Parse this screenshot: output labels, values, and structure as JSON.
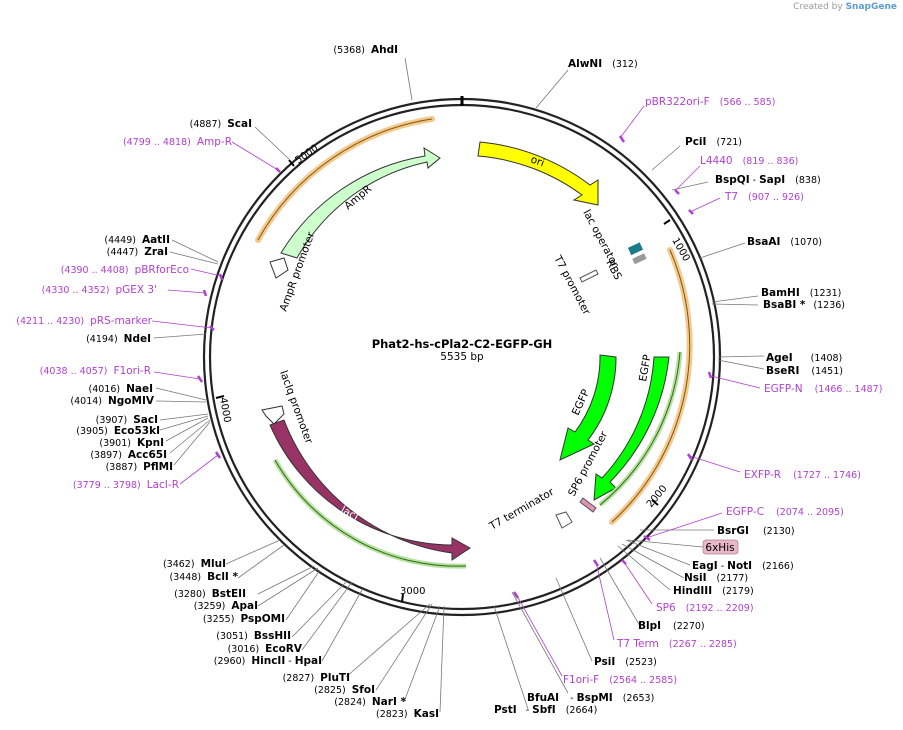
{
  "credit": {
    "prefix": "Created by",
    "brand": "SnapGene"
  },
  "plasmid": {
    "name": "Phat2-hs-cPla2-C2-EGFP-GH",
    "length": "5535 bp"
  },
  "ticks": [
    "1000",
    "2000",
    "3000",
    "4000",
    "5000"
  ],
  "features": {
    "ori": "ori",
    "ampr": "AmpR",
    "ampr_promoter": "AmpR promoter",
    "laci": "lacI",
    "laciq_promoter": "lacIq promoter",
    "egfp1": "EGFP",
    "egfp2": "EGFP",
    "lac_operator": "lac operator",
    "rbs": "RBS",
    "t7_promoter": "T7 promoter",
    "sp6_promoter": "SP6 promoter",
    "t7_terminator": "T7 terminator",
    "his_tag": "6xHis"
  },
  "enzymes_right": [
    {
      "name": "AlwNI",
      "pos": "(312)"
    },
    {
      "name": "PciI",
      "pos": "(721)"
    },
    {
      "name": "BspQI",
      "sep": " - ",
      "name2": "SapI",
      "pos": "(838)"
    },
    {
      "name": "BsaAI",
      "pos": "(1070)"
    },
    {
      "name": "BamHI",
      "pos": "(1231)"
    },
    {
      "name": "BsaBI *",
      "pos": "(1236)"
    },
    {
      "name": "AgeI",
      "pos": "(1408)"
    },
    {
      "name": "BseRI",
      "pos": "(1451)"
    },
    {
      "name": "BsrGI",
      "pos": "(2130)"
    },
    {
      "name": "EagI",
      "sep": " - ",
      "name2": "NotI",
      "pos": "(2166)"
    },
    {
      "name": "NsiI",
      "pos": "(2177)"
    },
    {
      "name": "HindIII",
      "pos": "(2179)"
    },
    {
      "name": "BlpI",
      "pos": "(2270)"
    },
    {
      "name": "PsiI",
      "pos": "(2523)"
    },
    {
      "name": "BfuAI",
      "sep": " - ",
      "name2": "BspMI",
      "pos": "(2653)"
    },
    {
      "name": "PstI",
      "sep": " - ",
      "name2": "SbfI",
      "pos": "(2664)"
    }
  ],
  "enzymes_left": [
    {
      "name": "AhdI",
      "pos": "(5368)"
    },
    {
      "name": "ScaI",
      "pos": "(4887)"
    },
    {
      "name": "AatII",
      "pos": "(4449)"
    },
    {
      "name": "ZraI",
      "pos": "(4447)"
    },
    {
      "name": "NdeI",
      "pos": "(4194)"
    },
    {
      "name": "NaeI",
      "pos": "(4016)"
    },
    {
      "name": "NgoMIV",
      "pos": "(4014)"
    },
    {
      "name": "SacI",
      "pos": "(3907)"
    },
    {
      "name": "Eco53kI",
      "pos": "(3905)"
    },
    {
      "name": "KpnI",
      "pos": "(3901)"
    },
    {
      "name": "Acc65I",
      "pos": "(3897)"
    },
    {
      "name": "PflMI",
      "pos": "(3887)"
    },
    {
      "name": "MluI",
      "pos": "(3462)"
    },
    {
      "name": "BclI *",
      "pos": "(3448)"
    },
    {
      "name": "BstEII",
      "pos": "(3280)"
    },
    {
      "name": "ApaI",
      "pos": "(3259)"
    },
    {
      "name": "PspOMI",
      "pos": "(3255)"
    },
    {
      "name": "BssHII",
      "pos": "(3051)"
    },
    {
      "name": "EcoRV",
      "pos": "(3016)"
    },
    {
      "name": "HincII",
      "sep": " - ",
      "name2": "HpaI",
      "pos": "(2960)"
    },
    {
      "name": "PluTI",
      "pos": "(2827)"
    },
    {
      "name": "SfoI",
      "pos": "(2825)"
    },
    {
      "name": "NarI *",
      "pos": "(2824)"
    },
    {
      "name": "KasI",
      "pos": "(2823)"
    }
  ],
  "primers": [
    {
      "name": "pBR322ori-F",
      "range": "(566 .. 585)"
    },
    {
      "name": "L4440",
      "range": "(819 .. 836)"
    },
    {
      "name": "T7",
      "range": "(907 .. 926)"
    },
    {
      "name": "EGFP-N",
      "range": "(1466 .. 1487)"
    },
    {
      "name": "EXFP-R",
      "range": "(1727 .. 1746)"
    },
    {
      "name": "EGFP-C",
      "range": "(2074 .. 2095)"
    },
    {
      "name": "SP6",
      "range": "(2192 .. 2209)"
    },
    {
      "name": "T7 Term",
      "range": "(2267 .. 2285)"
    },
    {
      "name": "F1ori-F",
      "range": "(2564 .. 2585)"
    },
    {
      "name": "Amp-R",
      "range": "(4799 .. 4818)"
    },
    {
      "name": "pBRforEco",
      "range": "(4390 .. 4408)"
    },
    {
      "name": "pGEX 3'",
      "range": "(4330 .. 4352)"
    },
    {
      "name": "pRS-marker",
      "range": "(4211 .. 4230)"
    },
    {
      "name": "F1ori-R",
      "range": "(4038 .. 4057)"
    },
    {
      "name": "LacI-R",
      "range": "(3779 .. 3798)"
    }
  ],
  "colors": {
    "ori": "#ffff00",
    "ampr": "#ccffcc",
    "laci": "#993366",
    "egfp": "#00ff00",
    "primer": "#b040d0",
    "highlight": "#f5c890",
    "his_tag_bg": "#e8b8c8"
  }
}
